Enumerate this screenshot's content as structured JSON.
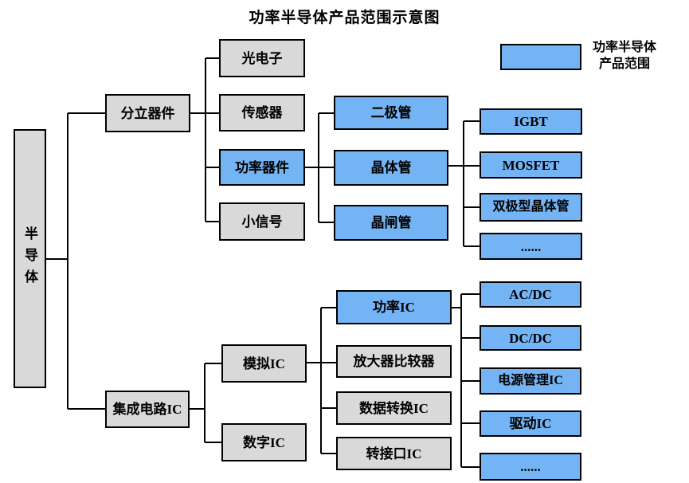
{
  "title": "功率半导体产品范围示意图",
  "colors": {
    "node-blue": "#74b4f4",
    "node-gray": "#d9d9d9",
    "line": "#000000"
  },
  "legend": {
    "line1": "功率半导体",
    "line2": "产品范围",
    "meaning": "blue boxes = power semiconductor product range"
  },
  "tree": {
    "root": {
      "label": "半导体",
      "highlighted": false
    },
    "level1": [
      {
        "label": "分立器件",
        "highlighted": false
      },
      {
        "label": "集成电路IC",
        "highlighted": false
      }
    ],
    "discrete_children": [
      {
        "label": "光电子",
        "highlighted": false
      },
      {
        "label": "传感器",
        "highlighted": false
      },
      {
        "label": "功率器件",
        "highlighted": true
      },
      {
        "label": "小信号",
        "highlighted": false
      }
    ],
    "power_device_children": [
      {
        "label": "二极管",
        "highlighted": true
      },
      {
        "label": "晶体管",
        "highlighted": true
      },
      {
        "label": "晶闸管",
        "highlighted": true
      }
    ],
    "transistor_children": [
      {
        "label": "IGBT",
        "highlighted": true
      },
      {
        "label": "MOSFET",
        "highlighted": true
      },
      {
        "label": "双极型晶体管",
        "highlighted": true
      },
      {
        "label": "......",
        "highlighted": true
      }
    ],
    "ic_children": [
      {
        "label": "模拟IC",
        "highlighted": false
      },
      {
        "label": "数字IC",
        "highlighted": false
      }
    ],
    "analog_ic_children": [
      {
        "label": "功率IC",
        "highlighted": true
      },
      {
        "label": "放大器比较器",
        "highlighted": false
      },
      {
        "label": "数据转换IC",
        "highlighted": false
      },
      {
        "label": "转接口IC",
        "highlighted": false
      }
    ],
    "power_ic_children": [
      {
        "label": "AC/DC",
        "highlighted": true
      },
      {
        "label": "DC/DC",
        "highlighted": true
      },
      {
        "label": "电源管理IC",
        "highlighted": true
      },
      {
        "label": "驱动IC",
        "highlighted": true
      },
      {
        "label": "......",
        "highlighted": true
      }
    ]
  }
}
